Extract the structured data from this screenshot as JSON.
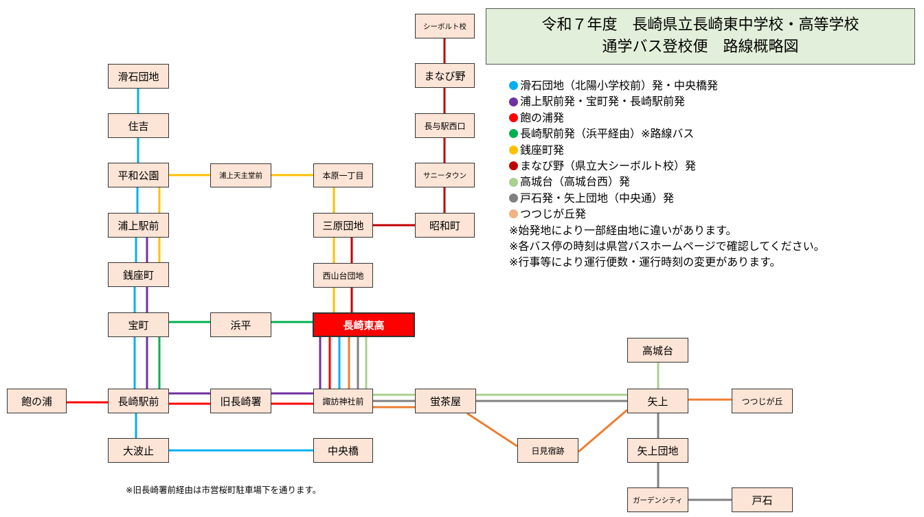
{
  "title": {
    "line1": "令和７年度　長崎県立長崎東中学校・高等学校",
    "line2": "通学バス登校便　路線概略図"
  },
  "colors": {
    "cyan": "#00b0f0",
    "purple": "#7030a0",
    "red": "#ff0000",
    "green": "#00b050",
    "yellow": "#ffc000",
    "darkred": "#c00000",
    "lightgreen": "#a9d08e",
    "gray": "#808080",
    "orange": "#f4b183",
    "orange_line": "#ed7d31"
  },
  "legend": [
    {
      "color": "cyan",
      "label": "滑石団地（北陽小学校前）発・中央橋発"
    },
    {
      "color": "purple",
      "label": "浦上駅前発・宝町発・長崎駅前発"
    },
    {
      "color": "red",
      "label": "飽の浦発"
    },
    {
      "color": "green",
      "label": "長崎駅前発（浜平経由）※路線バス"
    },
    {
      "color": "yellow",
      "label": "銭座町発"
    },
    {
      "color": "darkred",
      "label": "まなび野（県立大シーボルト校）発"
    },
    {
      "color": "lightgreen",
      "label": "高城台（高城台西）発"
    },
    {
      "color": "gray",
      "label": "戸石発・矢上団地（中央通）発"
    },
    {
      "color": "orange",
      "label": "つつじが丘発"
    }
  ],
  "notes": [
    "※始発地により一部経由地に違いがあります。",
    "※各バス停の時刻は県営バスホームページで確認してください。",
    "※行事等により運行便数・運行時刻の変更があります。"
  ],
  "footnote": "※旧長崎署前経由は市営桜町駐車場下を通ります。",
  "stops": {
    "namerishi": "滑石団地",
    "sumiyoshi": "住吉",
    "heiwa": "平和公園",
    "urakami_eki": "浦上駅前",
    "zenza": "銭座町",
    "takara": "宝町",
    "nagasaki_eki": "長崎駅前",
    "akunoura": "飽の浦",
    "ohato": "大波止",
    "urakami_tenshudo": "浦上天主堂前",
    "motohara": "本原一丁目",
    "mihara": "三原団地",
    "nishiyamadai": "西山台団地",
    "hamahira": "浜平",
    "school": "長崎東高",
    "kyu_nagasaki": "旧長崎署",
    "suwa": "諏訪神社前",
    "chuobashi": "中央橋",
    "hotarujaya": "蛍茶屋",
    "himi": "日見宿跡",
    "siebold": "シーボルト校",
    "manabino": "まなび野",
    "nagayo": "長与駅西口",
    "sunny": "サニータウン",
    "showa": "昭和町",
    "koujoudai": "高城台",
    "yagami": "矢上",
    "tsutsuji": "つつじが丘",
    "yagami_danchi": "矢上団地",
    "garden": "ガーデンシティ",
    "toishi": "戸石"
  }
}
